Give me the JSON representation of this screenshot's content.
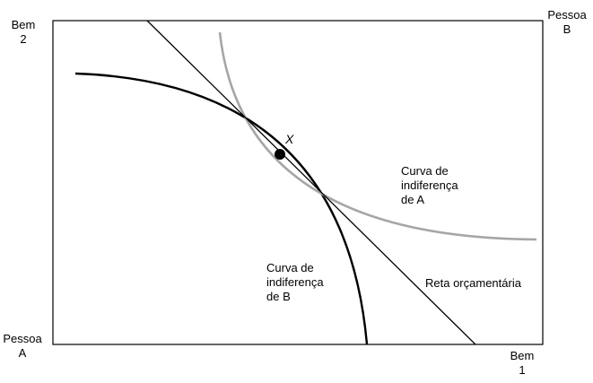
{
  "labels": {
    "bem2": "Bem\n2",
    "pessoa_b": "Pessoa\nB",
    "pessoa_a": "Pessoa\nA",
    "bem1": "Bem\n1",
    "point_x": "X",
    "curva_a": "Curva de\nindiferença\nde A",
    "curva_b": "Curva de\nindiferença\nde B",
    "reta": "Reta orçamentária"
  },
  "colors": {
    "frame": "#000000",
    "budget_line": "#000000",
    "curve_a": "#a6a6a6",
    "curve_b": "#000000",
    "point": "#000000"
  }
}
